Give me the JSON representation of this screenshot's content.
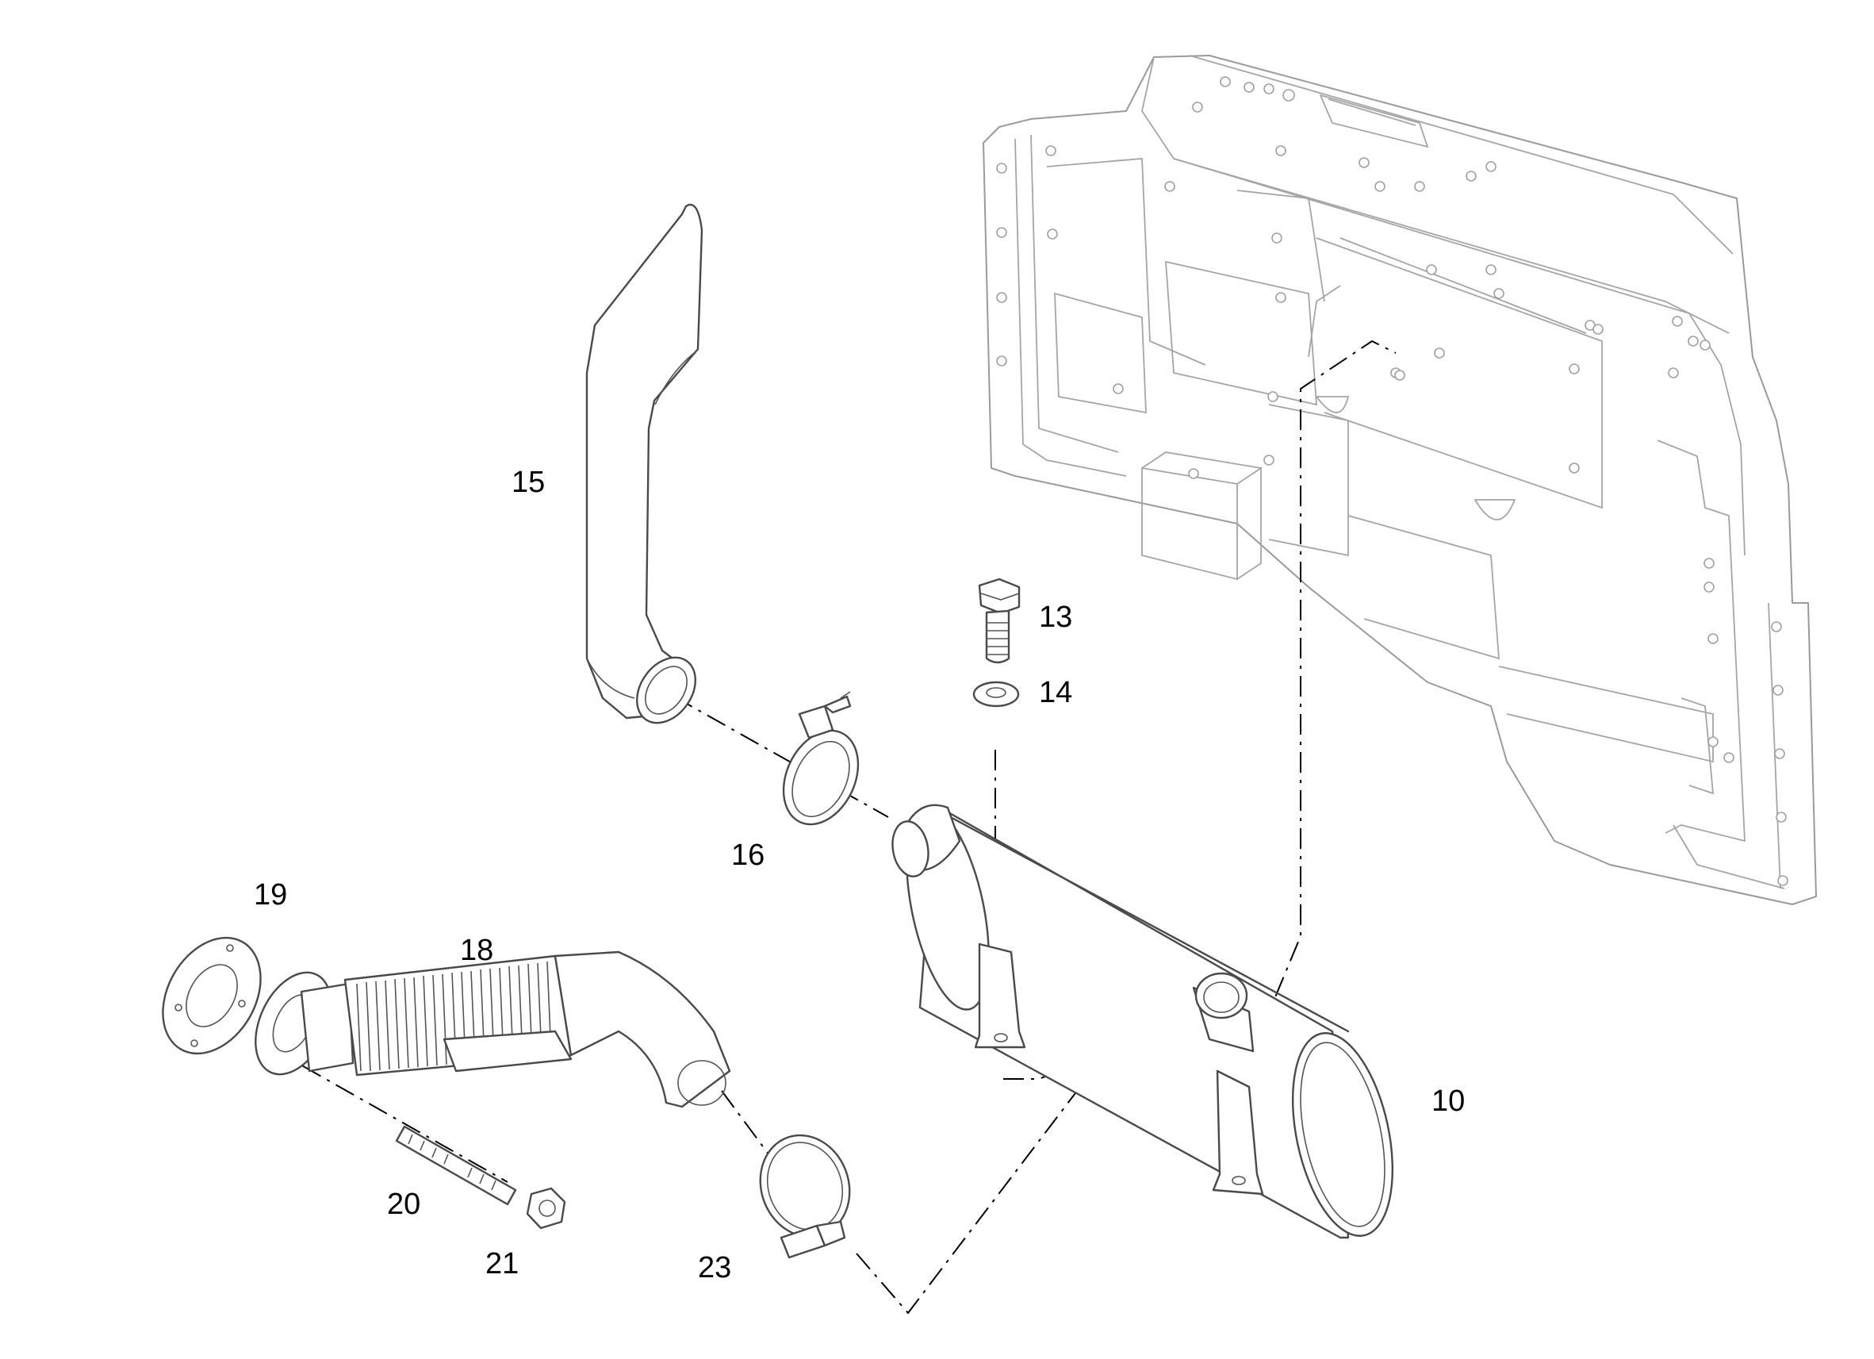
{
  "diagram": {
    "callouts": [
      {
        "id": "c10",
        "text": "10"
      },
      {
        "id": "c13",
        "text": "13"
      },
      {
        "id": "c14",
        "text": "14"
      },
      {
        "id": "c15",
        "text": "15"
      },
      {
        "id": "c16",
        "text": "16"
      },
      {
        "id": "c18",
        "text": "18"
      },
      {
        "id": "c19",
        "text": "19"
      },
      {
        "id": "c20",
        "text": "20"
      },
      {
        "id": "c21",
        "text": "21"
      },
      {
        "id": "c23",
        "text": "23"
      }
    ]
  }
}
